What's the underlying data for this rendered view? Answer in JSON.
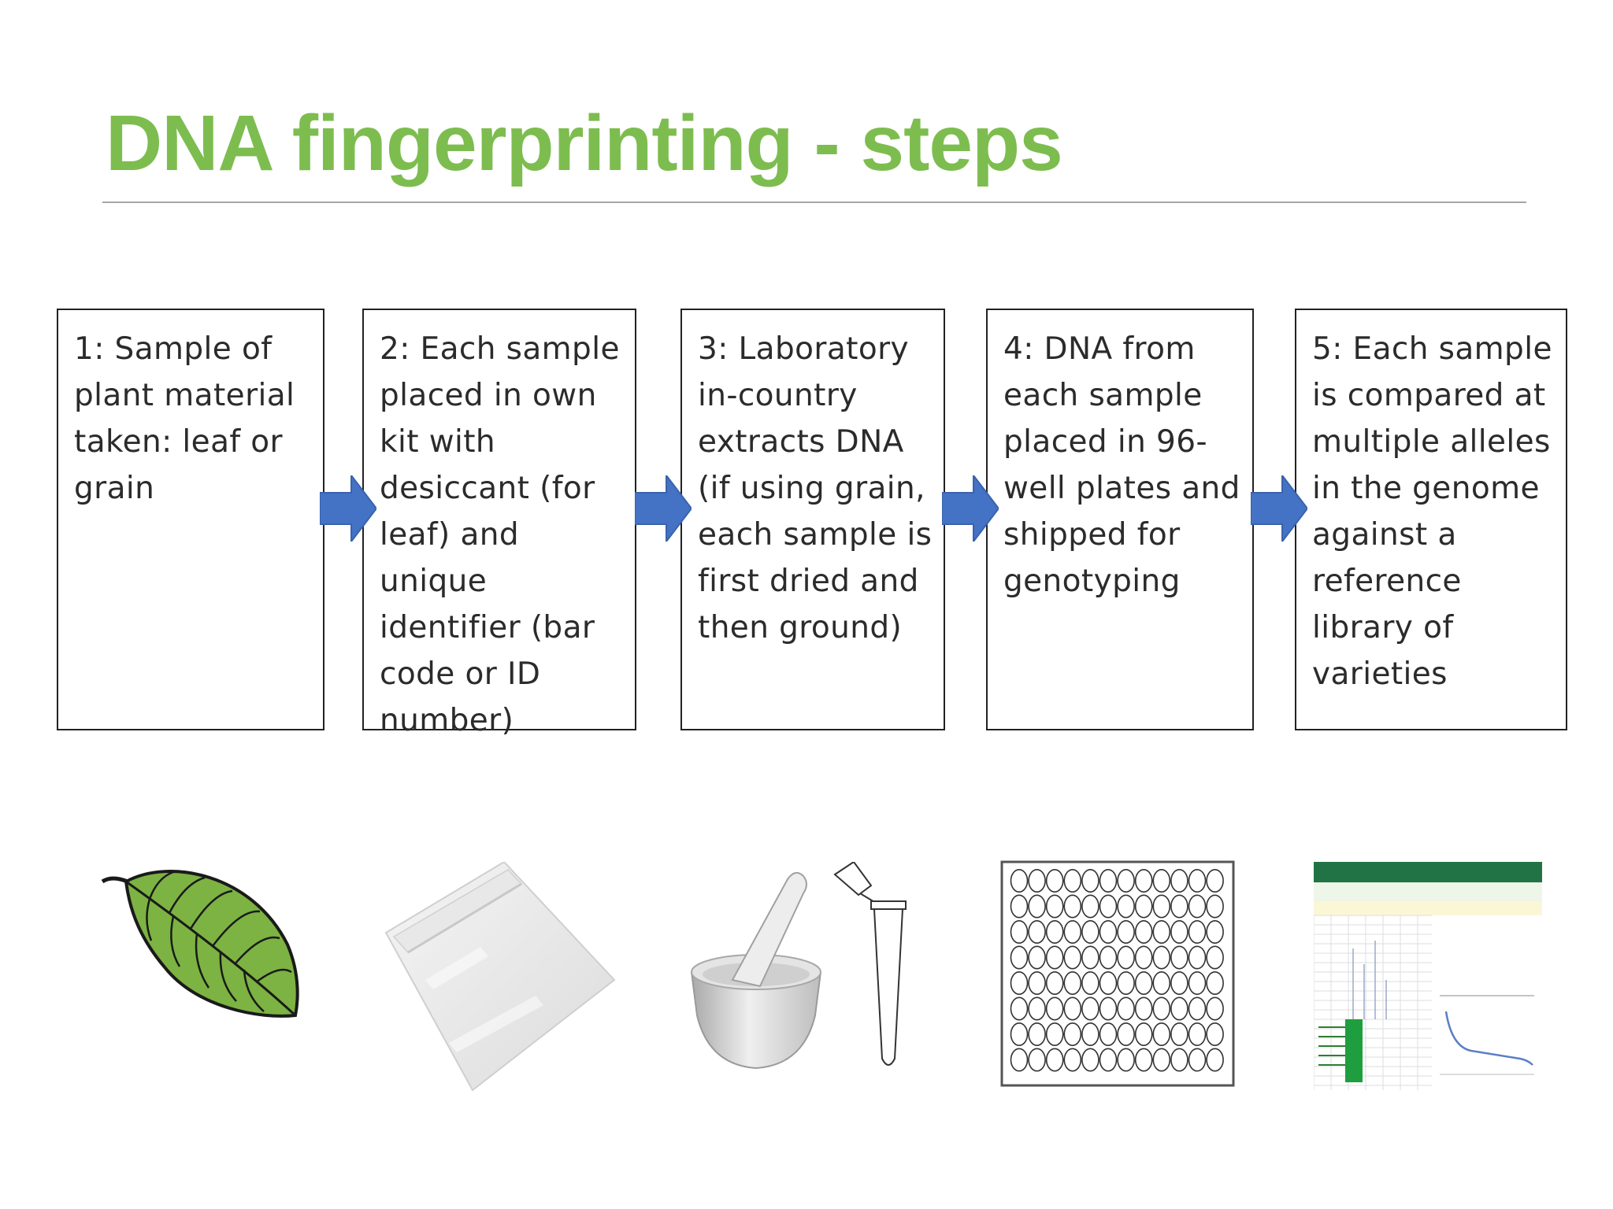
{
  "title": "DNA fingerprinting - steps",
  "colors": {
    "title": "#7dbd4f",
    "arrow": "#4472c4",
    "box_border": "#222222"
  },
  "steps": [
    {
      "text": "1: Sample of\nplant material\ntaken: leaf or\ngrain",
      "picture": "leaf-icon"
    },
    {
      "text": "2: Each sample\nplaced in own\nkit with\ndesiccant (for\nleaf) and unique\nidentifier (bar\ncode or ID\nnumber)",
      "picture": "sample-bag-icon"
    },
    {
      "text": "3: Laboratory\nin-country\nextracts DNA\n(if using grain,\neach sample is\nfirst dried and\nthen ground)",
      "picture": "mortar-pestle-tube-icon"
    },
    {
      "text": "4: DNA from\neach sample\nplaced in 96-\nwell plates and\nshipped for\ngenotyping",
      "picture": "well-plate-icon"
    },
    {
      "text": "5: Each sample\nis compared at\nmultiple alleles\nin the genome\nagainst a\nreference\nlibrary of\nvarieties",
      "picture": "spreadsheet-icon"
    }
  ]
}
